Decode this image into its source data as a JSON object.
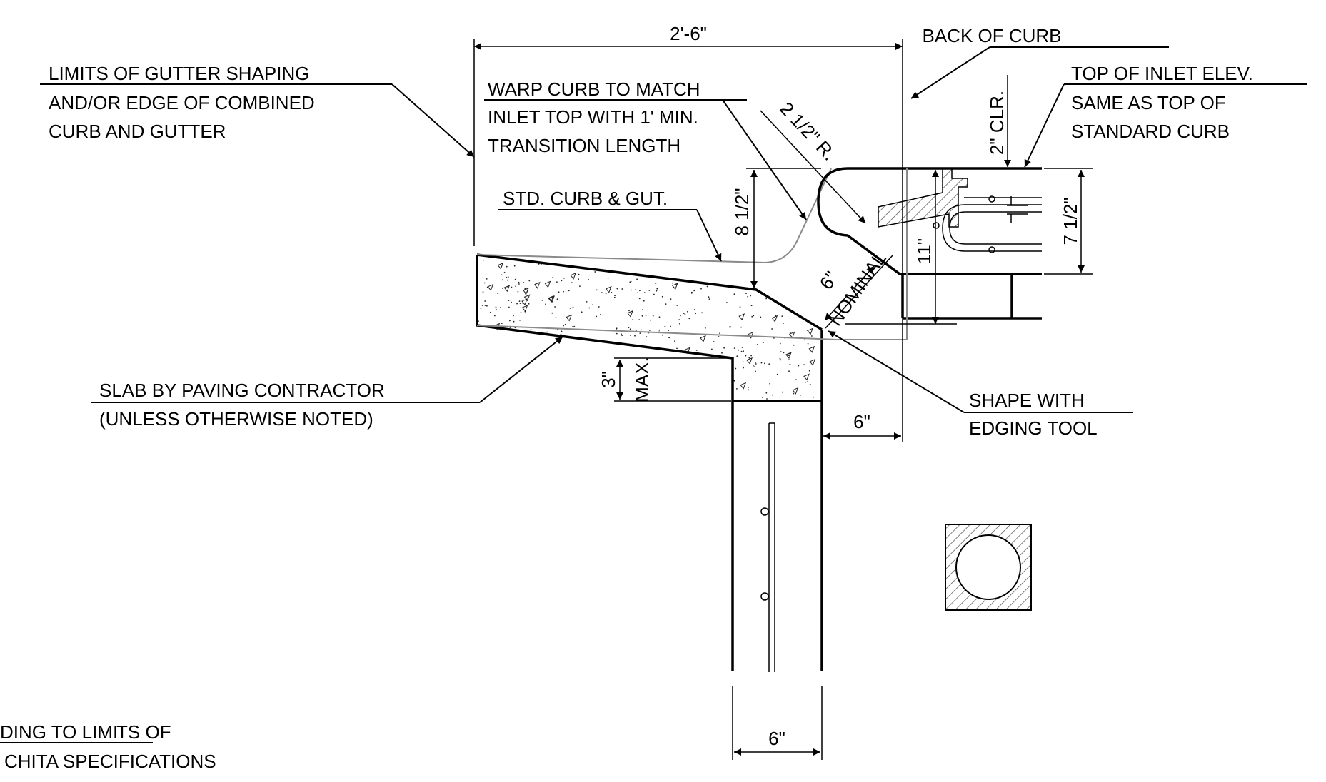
{
  "dimensions": {
    "top_width": "2'-6\"",
    "radius": "2 1/2\" R.",
    "curb_height": "8 1/2\"",
    "clearance": "2\" CLR.",
    "inlet_height": "7 1/2\"",
    "depth_11": "11\"",
    "nominal_6": "6\"",
    "nominal_word": "NOMINAL",
    "max_3": "3\"",
    "max_word": "MAX.",
    "offset_6": "6\"",
    "wall_6": "6\""
  },
  "labels": {
    "back_of_curb": "BACK OF CURB",
    "limits_line1": "LIMITS OF GUTTER SHAPING",
    "limits_line2": "AND/OR EDGE OF COMBINED",
    "limits_line3": "CURB AND GUTTER",
    "warp_line1": "WARP CURB TO MATCH",
    "warp_line2": "INLET TOP WITH 1' MIN.",
    "warp_line3": "TRANSITION LENGTH",
    "top_inlet_line1": "TOP OF INLET ELEV.",
    "top_inlet_line2": "SAME AS TOP OF",
    "top_inlet_line3": "STANDARD CURB",
    "std_curb": "STD. CURB & GUT.",
    "slab_line1": "SLAB BY PAVING CONTRACTOR",
    "slab_line2": "(UNLESS OTHERWISE NOTED)",
    "shape_line1": "SHAPE WITH",
    "shape_line2": "EDGING TOOL",
    "cut_line1_a": "DING TO LIMI",
    "cut_line1_b": "TS OF",
    "cut_line2": "CHITA SPECIFICATIONS"
  }
}
